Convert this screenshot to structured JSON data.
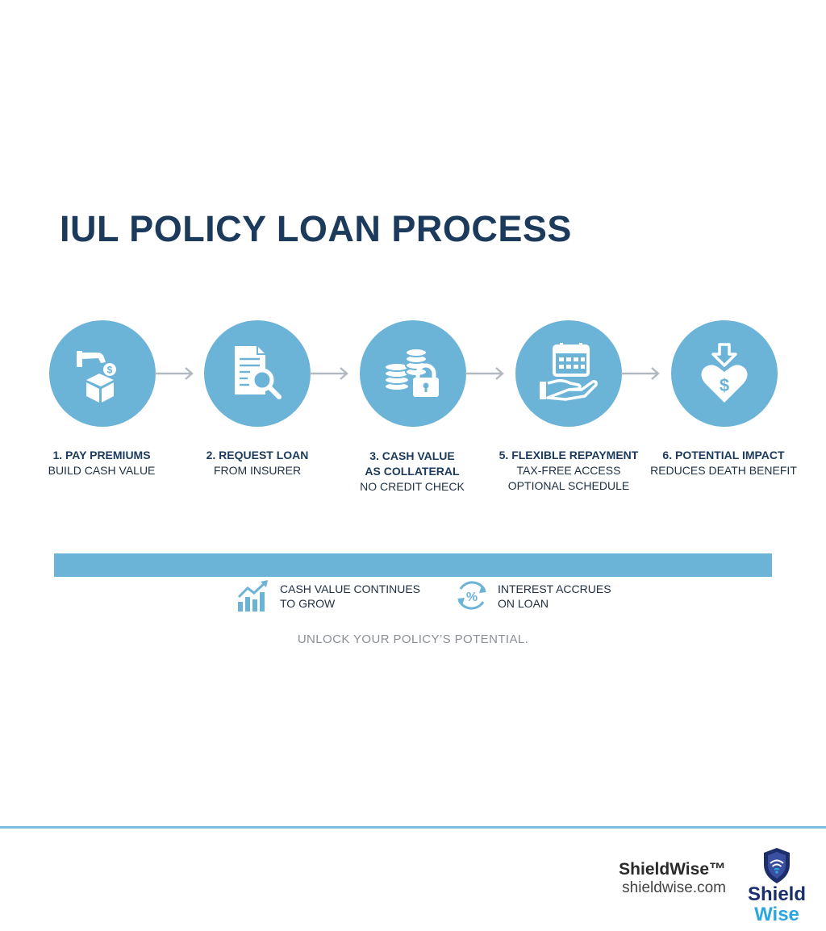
{
  "title": "IUL POLICY LOAN PROCESS",
  "steps": [
    {
      "title": "1. PAY PREMIUMS",
      "sub1": "BUILD CASH VALUE",
      "icon": "hand-coin-box-icon"
    },
    {
      "title": "2. REQUEST LOAN",
      "sub1": "FROM INSURER",
      "icon": "document-magnifier-icon"
    },
    {
      "title": "3. CASH VALUE",
      "title2": "AS COLLATERAL",
      "sub1": "NO CREDIT CHECK",
      "icon": "coins-lock-icon"
    },
    {
      "title": "5. FLEXIBLE REPAYMENT",
      "sub1": "TAX-FREE ACCESS",
      "sub2": "OPTIONAL SCHEDULE",
      "icon": "calendar-hand-icon"
    },
    {
      "title": "6. POTENTIAL IMPACT",
      "sub1": "REDUCES DEATH BENEFIT",
      "icon": "heart-dollar-down-icon"
    }
  ],
  "notes": [
    {
      "line1": "CASH VALUE CONTINUES",
      "line2": "TO GROW",
      "icon": "growth-chart-icon"
    },
    {
      "line1": "INTEREST ACCRUES",
      "line2": "ON LOAN",
      "icon": "percent-cycle-icon"
    }
  ],
  "tagline": "UNLOCK YOUR POLICY’S POTENTIAL.",
  "brand": {
    "name": "ShieldWise™",
    "url": "shieldwise.com",
    "logo_line1": "Shield",
    "logo_line2": "Wise"
  },
  "colors": {
    "accent": "#6cb3d8",
    "title": "#1b3a5c",
    "divider": "#7cbde2",
    "logo_navy": "#1c2e6b",
    "logo_blue": "#2aa7e0"
  }
}
